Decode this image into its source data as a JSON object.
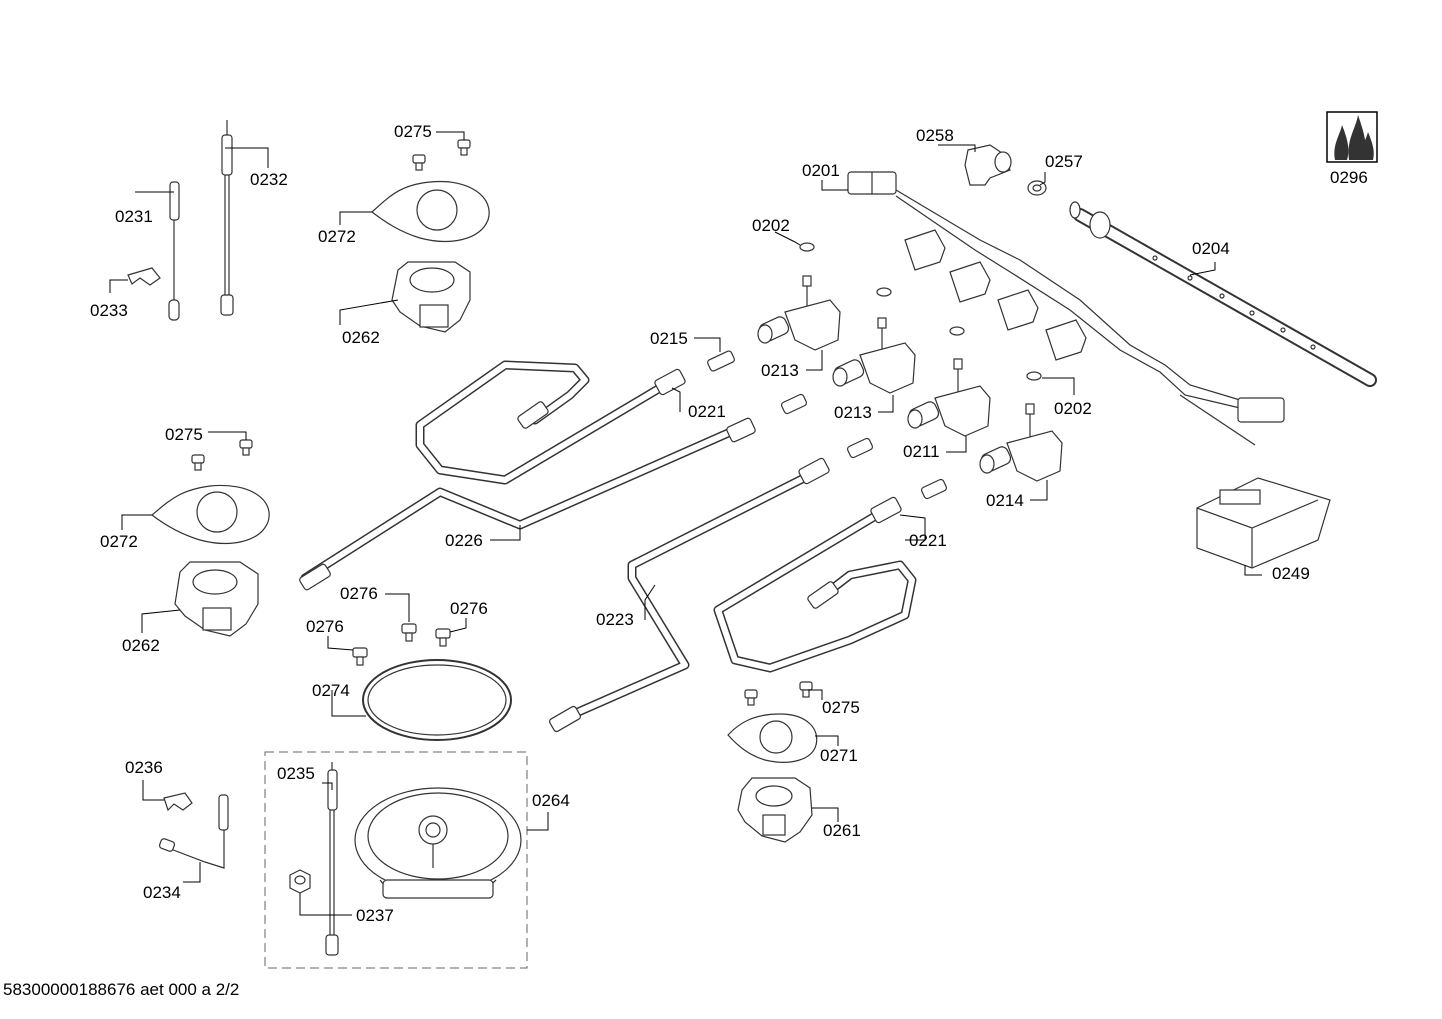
{
  "doc_code": "58300000188676 aet 000 a 2/2",
  "parts": {
    "p0201": "0201",
    "p0202a": "0202",
    "p0202b": "0202",
    "p0204": "0204",
    "p0211": "0211",
    "p0213a": "0213",
    "p0213b": "0213",
    "p0214": "0214",
    "p0215": "0215",
    "p0221a": "0221",
    "p0221b": "0221",
    "p0223": "0223",
    "p0226": "0226",
    "p0231": "0231",
    "p0232": "0232",
    "p0233": "0233",
    "p0234": "0234",
    "p0235": "0235",
    "p0236": "0236",
    "p0237": "0237",
    "p0249": "0249",
    "p0257": "0257",
    "p0258": "0258",
    "p0261": "0261",
    "p0262a": "0262",
    "p0262b": "0262",
    "p0264": "0264",
    "p0271": "0271",
    "p0272a": "0272",
    "p0272b": "0272",
    "p0274": "0274",
    "p0275a": "0275",
    "p0275b": "0275",
    "p0275c": "0275",
    "p0276a": "0276",
    "p0276b": "0276",
    "p0276c": "0276",
    "p0296": "0296"
  }
}
